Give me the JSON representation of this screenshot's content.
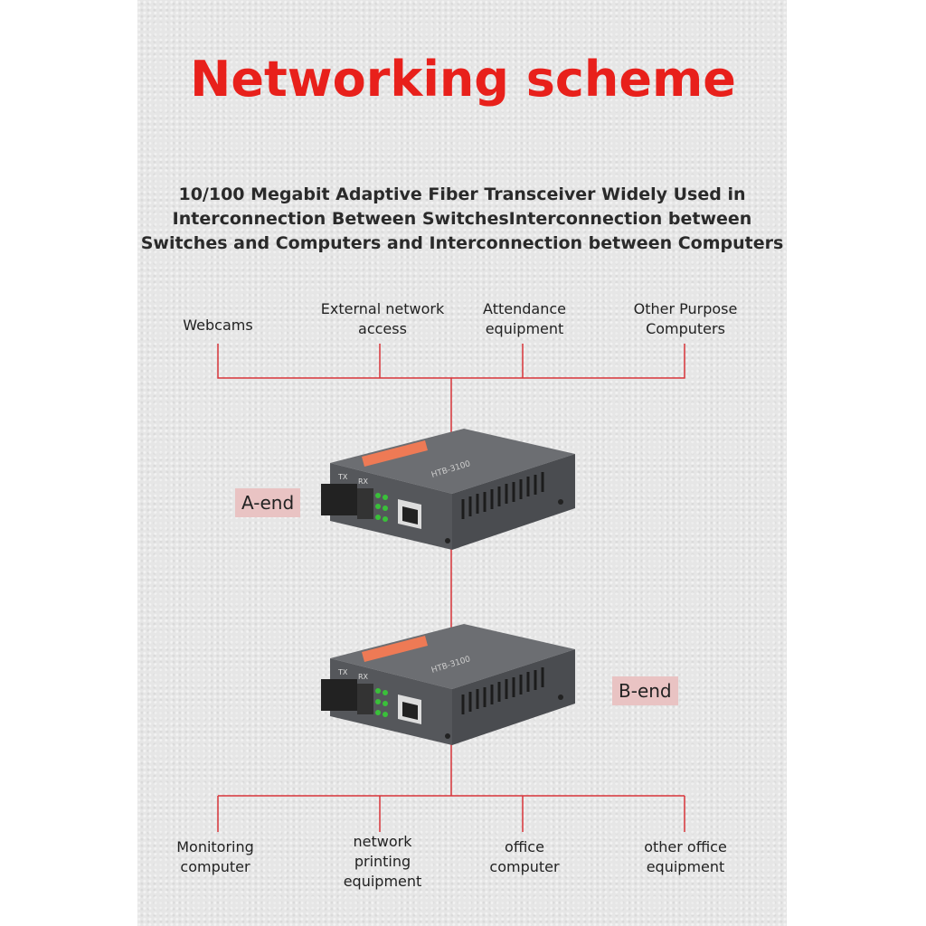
{
  "title": "Networking scheme",
  "subtitle": "10/100 Megabit Adaptive Fiber Transceiver Widely Used in Interconnection Between SwitchesInterconnection between Switches and Computers and Interconnection between Computers",
  "colors": {
    "accent": "#e8201b",
    "line": "#d8353a",
    "end_label_bg": "#e9c3c3"
  },
  "top_devices": [
    "Webcams",
    "External network access",
    "Attendance equipment",
    "Other Purpose Computers"
  ],
  "bottom_devices": [
    "Monitoring computer",
    "network printing equipment",
    "office computer",
    "other office equipment"
  ],
  "a_end": "A-end",
  "b_end": "B-end",
  "device": {
    "port_tx": "TX",
    "port_rx": "RX",
    "model": "HTB-3100"
  }
}
